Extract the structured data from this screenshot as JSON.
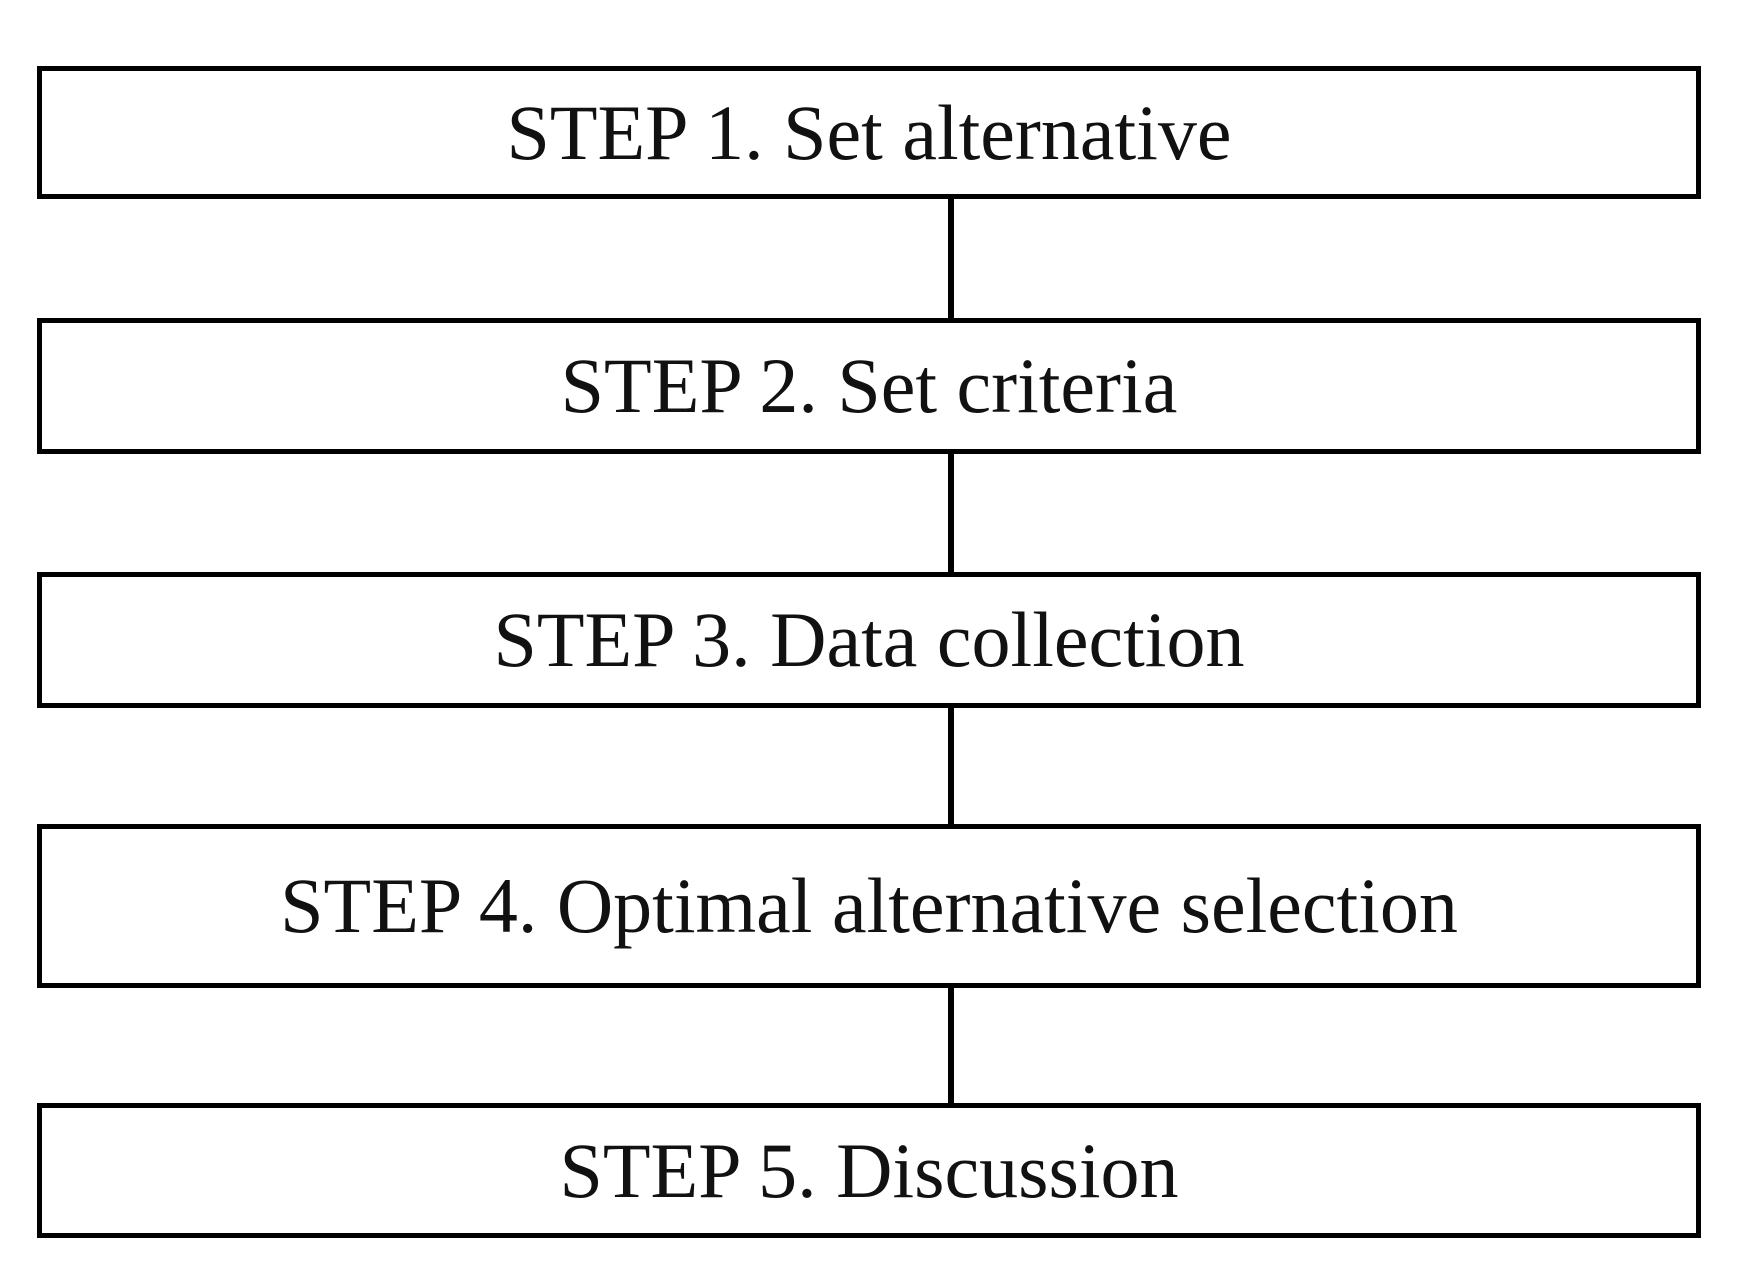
{
  "diagram": {
    "steps": [
      {
        "label": "STEP 1. Set alternative"
      },
      {
        "label": "STEP 2. Set criteria"
      },
      {
        "label": "STEP 3. Data collection"
      },
      {
        "label": "STEP 4. Optimal alternative selection"
      },
      {
        "label": "STEP 5. Discussion"
      }
    ],
    "colors": {
      "border": "#000000",
      "text": "#111111",
      "background": "#ffffff"
    }
  }
}
